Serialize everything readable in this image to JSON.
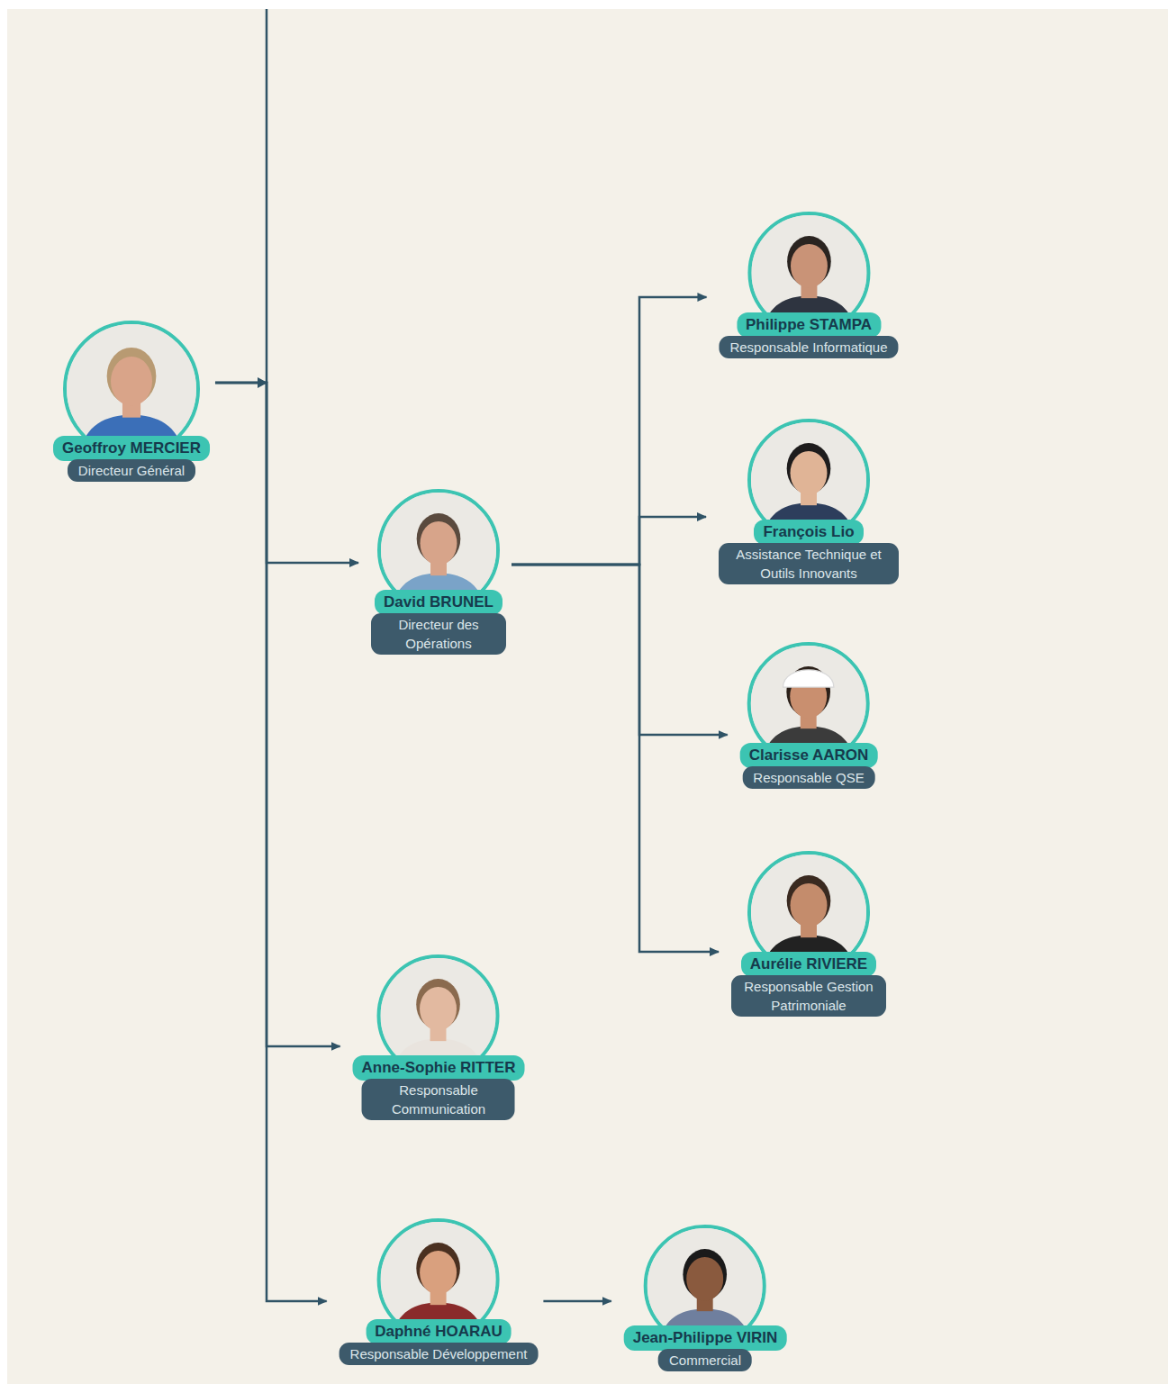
{
  "diagram": {
    "nodes": [
      {
        "text": [
          "Geoffroy MERCIER",
          "Directeur Général"
        ]
      },
      {
        "text": [
          "David BRUNEL",
          "Directeur des Opérations"
        ]
      },
      {
        "text": [
          "Philippe STAMPA",
          "Responsable Informatique"
        ]
      },
      {
        "text": [
          "François Lio",
          "Assistance Technique et Outils Innovants"
        ]
      },
      {
        "text": [
          "Clarisse AARON",
          "Responsable QSE"
        ]
      },
      {
        "text": [
          "Aurélie RIVIERE",
          "Responsable Gestion Patrimoniale"
        ]
      },
      {
        "text": [
          "Anne-Sophie RITTER",
          "Responsable Communication"
        ]
      },
      {
        "text": [
          "Daphné HOARAU",
          "Responsable Développement"
        ]
      },
      {
        "text": [
          "Jean-Philippe VIRIN",
          "Commercial"
        ]
      }
    ],
    "edges": [
      {
        "from": 0,
        "to": 1,
        "arrow": "to"
      },
      {
        "from": 0,
        "to": 6,
        "arrow": "to"
      },
      {
        "from": 0,
        "to": 7,
        "arrow": "to"
      },
      {
        "from": 1,
        "to": 2,
        "arrow": "to"
      },
      {
        "from": 1,
        "to": 3,
        "arrow": "to"
      },
      {
        "from": 1,
        "to": 4,
        "arrow": "to"
      },
      {
        "from": 1,
        "to": 5,
        "arrow": "to"
      },
      {
        "from": 7,
        "to": 8,
        "arrow": "to"
      }
    ]
  }
}
